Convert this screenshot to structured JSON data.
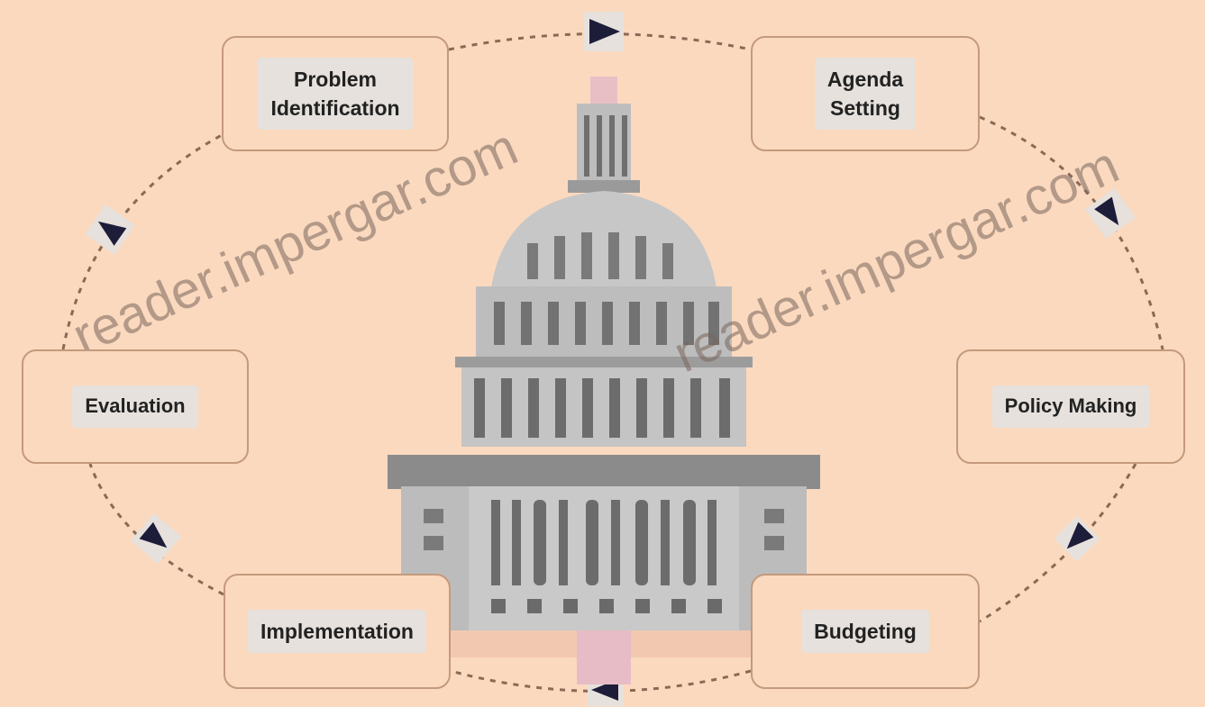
{
  "stages": {
    "problem_identification": "Problem\nIdentification",
    "agenda_setting": "Agenda\nSetting",
    "policy_making": "Policy Making",
    "budgeting": "Budgeting",
    "implementation": "Implementation",
    "evaluation": "Evaluation"
  },
  "watermark": {
    "text_left": "reader.impergar.com",
    "text_right": "reader.impergar.com"
  },
  "colors": {
    "background": "#fbd9bf",
    "box_border": "#c49a7c",
    "label_bg": "#e6e1dc",
    "arrow": "#1d1d3a",
    "cycle_line": "#8a6a55",
    "building": "#9a9a9a"
  },
  "icons": {
    "center": "capitol-building-icon",
    "arrows": "arrowhead-icon"
  }
}
